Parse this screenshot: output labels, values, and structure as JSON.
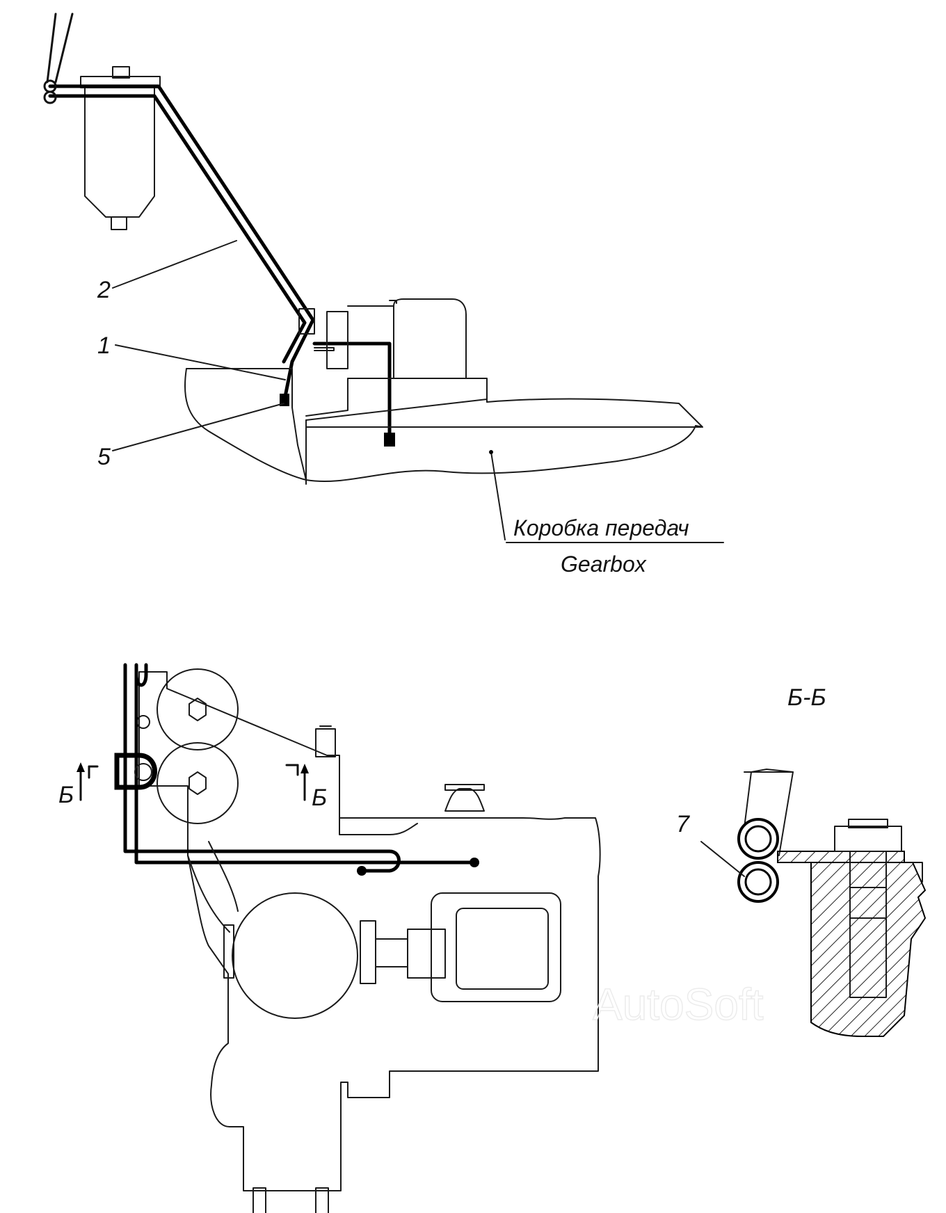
{
  "top_view": {
    "callouts": [
      "2",
      "1",
      "5"
    ],
    "caption_ru": "Коробка передач",
    "caption_en": "Gearbox"
  },
  "bottom_view": {
    "section_marks": [
      "Б",
      "Б"
    ]
  },
  "section_view": {
    "title": "Б-Б",
    "callout": "7"
  },
  "watermark": "AutoSoft"
}
